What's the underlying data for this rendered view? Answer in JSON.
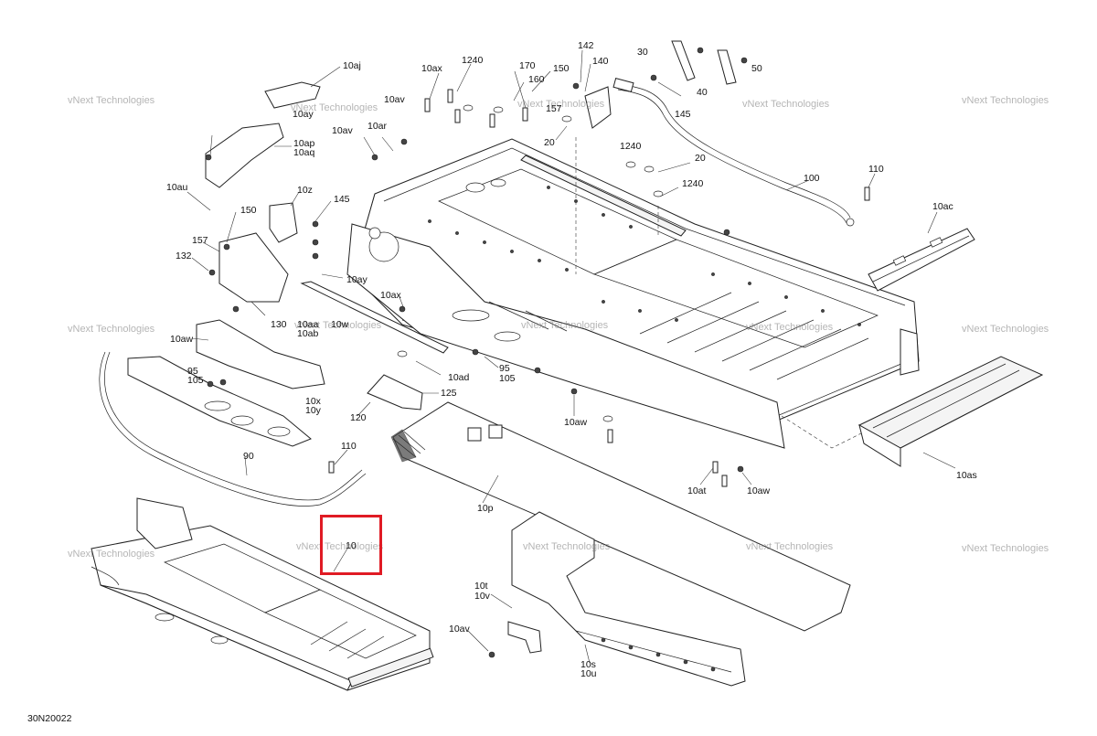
{
  "diagram": {
    "reference_code": "30N20022",
    "highlight_color": "#e01b24",
    "watermark": "vNext Technologies",
    "callouts": [
      {
        "label": "10aj"
      },
      {
        "label": "10ax"
      },
      {
        "label": "1240"
      },
      {
        "label": "170"
      },
      {
        "label": "160"
      },
      {
        "label": "150"
      },
      {
        "label": "142"
      },
      {
        "label": "140"
      },
      {
        "label": "30"
      },
      {
        "label": "50"
      },
      {
        "label": "40"
      },
      {
        "label": "157"
      },
      {
        "label": "145"
      },
      {
        "label": "10av"
      },
      {
        "label": "10ay"
      },
      {
        "label": "10ar"
      },
      {
        "label": "10av"
      },
      {
        "label": "10ap"
      },
      {
        "label": "10aq"
      },
      {
        "label": "20"
      },
      {
        "label": "1240"
      },
      {
        "label": "20"
      },
      {
        "label": "1240"
      },
      {
        "label": "100"
      },
      {
        "label": "110"
      },
      {
        "label": "10au"
      },
      {
        "label": "10z"
      },
      {
        "label": "145"
      },
      {
        "label": "150"
      },
      {
        "label": "157"
      },
      {
        "label": "132"
      },
      {
        "label": "10ay"
      },
      {
        "label": "10ax"
      },
      {
        "label": "10ac"
      },
      {
        "label": "130"
      },
      {
        "label": "10aa"
      },
      {
        "label": "10ab"
      },
      {
        "label": "10w"
      },
      {
        "label": "10aw"
      },
      {
        "label": "95"
      },
      {
        "label": "105"
      },
      {
        "label": "10ad"
      },
      {
        "label": "95"
      },
      {
        "label": "105"
      },
      {
        "label": "125"
      },
      {
        "label": "10x"
      },
      {
        "label": "10y"
      },
      {
        "label": "120"
      },
      {
        "label": "10aw"
      },
      {
        "label": "110"
      },
      {
        "label": "90"
      },
      {
        "label": "10at"
      },
      {
        "label": "10aw"
      },
      {
        "label": "10as"
      },
      {
        "label": "10p"
      },
      {
        "label": "10"
      },
      {
        "label": "10t"
      },
      {
        "label": "10v"
      },
      {
        "label": "10av"
      },
      {
        "label": "10s"
      },
      {
        "label": "10u"
      }
    ]
  }
}
